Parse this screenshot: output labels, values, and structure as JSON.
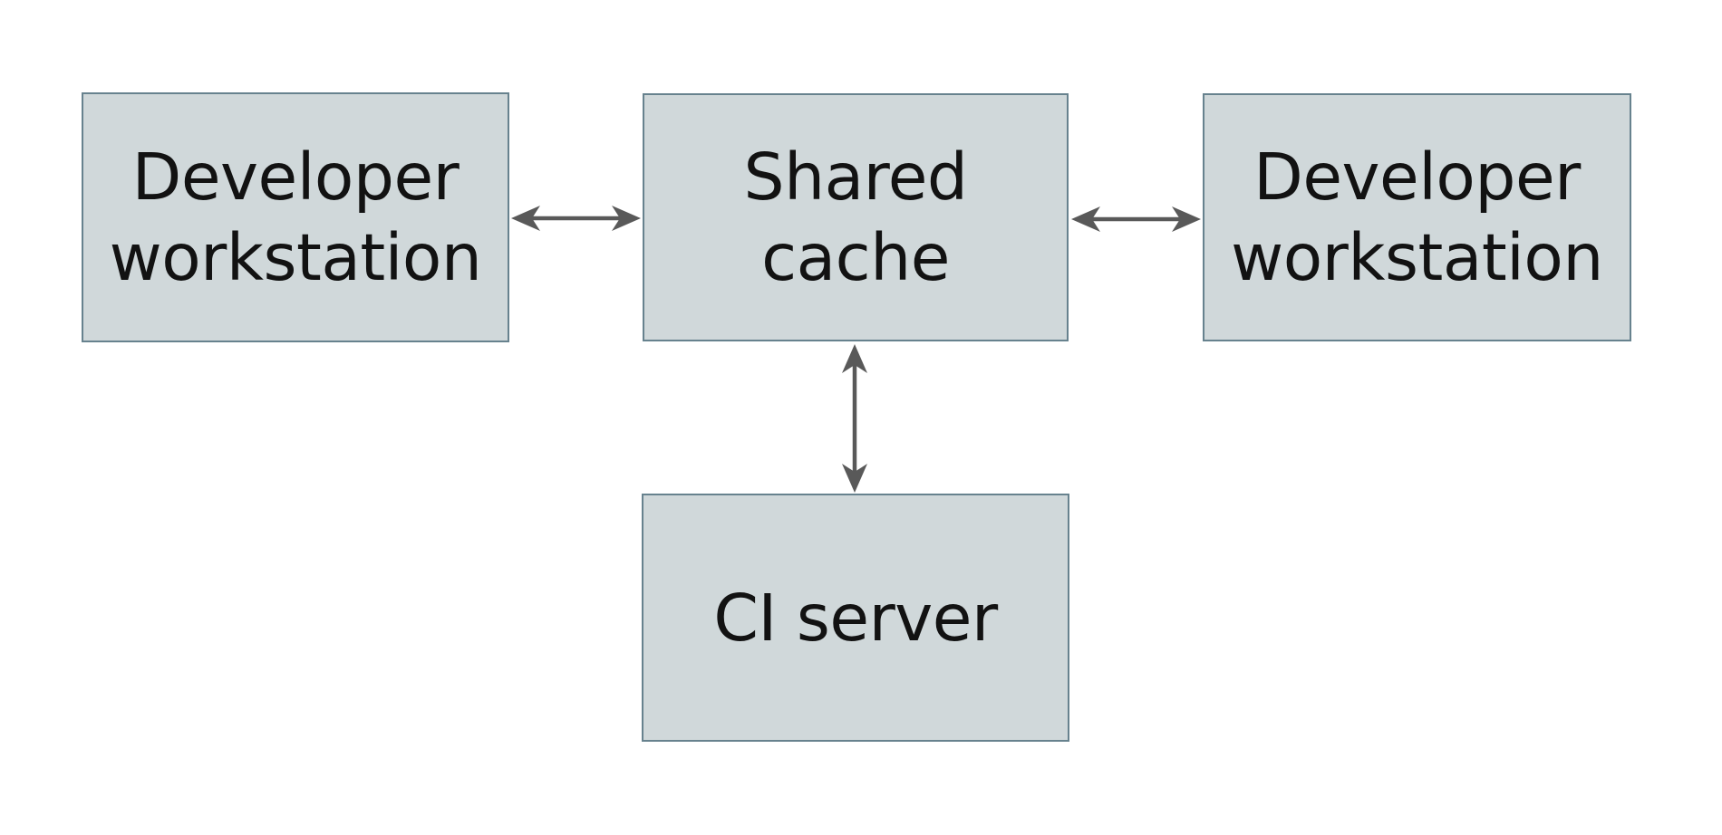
{
  "colors": {
    "page-bg": "#ffffff",
    "box-fill": "#d0d8da",
    "box-border": "#67828e",
    "arrow-color": "#595959",
    "text-color": "#121212"
  },
  "nodes": {
    "developer_left": {
      "line1": "Developer",
      "line2": "workstation"
    },
    "shared_cache": {
      "line1": "Shared",
      "line2": "cache"
    },
    "developer_right": {
      "line1": "Developer",
      "line2": "workstation"
    },
    "ci_server": {
      "line1": "CI server"
    }
  },
  "edges": [
    {
      "from": "developer_left",
      "to": "shared_cache",
      "direction": "bidirectional"
    },
    {
      "from": "shared_cache",
      "to": "developer_right",
      "direction": "bidirectional"
    },
    {
      "from": "shared_cache",
      "to": "ci_server",
      "direction": "bidirectional"
    }
  ]
}
